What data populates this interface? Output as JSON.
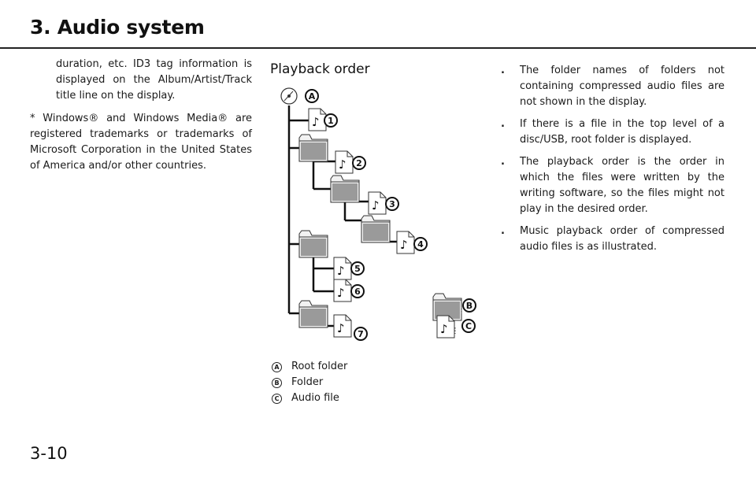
{
  "header": {
    "title": "3. Audio system"
  },
  "column1": {
    "paragraphs": [
      "duration, etc. ID3 tag information is displayed on the Album/Artist/Track title line on the display.",
      "* Windows® and Windows Media® are registered trademarks or trademarks of Microsoft Corporation in the United States of America and/or other countries."
    ]
  },
  "playback": {
    "title": "Playback order",
    "diagram_labels": {
      "root": "A",
      "folder": "B",
      "audio": "C",
      "files": [
        "1",
        "2",
        "3",
        "4",
        "5",
        "6",
        "7"
      ]
    },
    "legend": [
      {
        "mark": "A",
        "label": "Root folder"
      },
      {
        "mark": "B",
        "label": "Folder"
      },
      {
        "mark": "C",
        "label": "Audio file"
      }
    ]
  },
  "column3": {
    "bullet": ".",
    "items": [
      "The folder names of folders not containing compressed audio files are not shown in the display.",
      "If there is a file in the top level of a disc/USB, root folder is displayed.",
      "The playback order is the order in which the files were written by the writing software, so the files might not play in the desired order.",
      "Music playback order of compressed audio files is as illustrated."
    ]
  },
  "footer": {
    "page_number": "3-10"
  }
}
